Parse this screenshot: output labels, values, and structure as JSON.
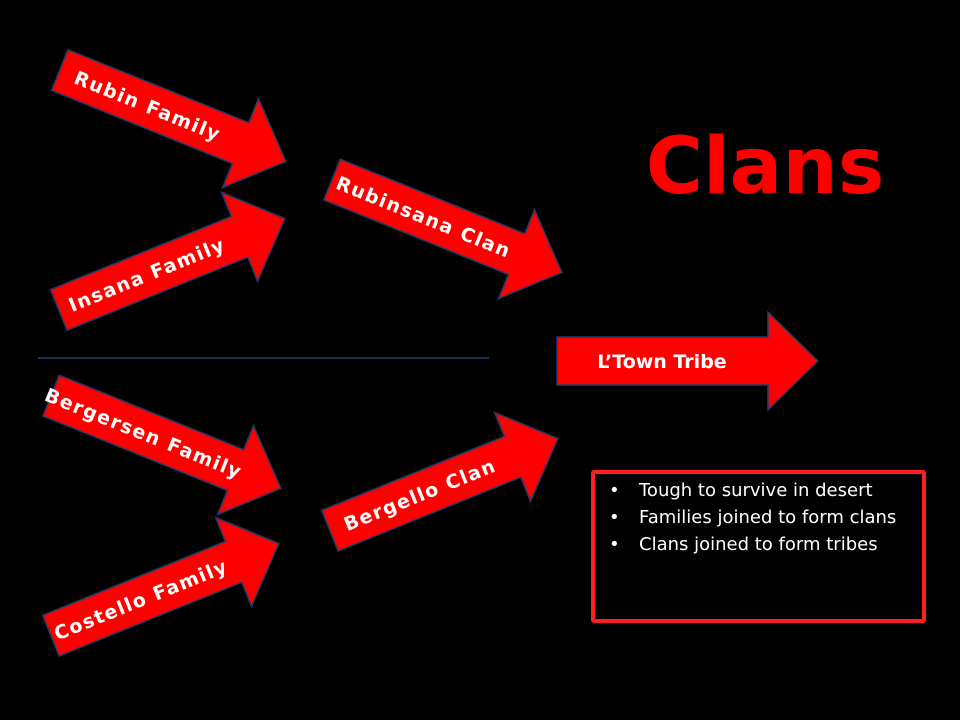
{
  "slide": {
    "title": "Clans",
    "families": [
      {
        "label": "Rubin Family"
      },
      {
        "label": "Insana Family"
      },
      {
        "label": "Bergersen Family"
      },
      {
        "label": "Costello Family"
      }
    ],
    "clans": [
      {
        "label": "Rubinsana Clan"
      },
      {
        "label": "Bergello Clan"
      }
    ],
    "tribe": {
      "label": "L’Town Tribe"
    },
    "bullets": [
      {
        "text": "Tough to survive in desert"
      },
      {
        "text": "Families joined to form clans"
      },
      {
        "text": "Clans joined to form tribes"
      }
    ]
  },
  "colors": {
    "background": "#000000",
    "accent": "#ff0000",
    "outline": "#1f3a6b",
    "text": "#ffffff"
  }
}
